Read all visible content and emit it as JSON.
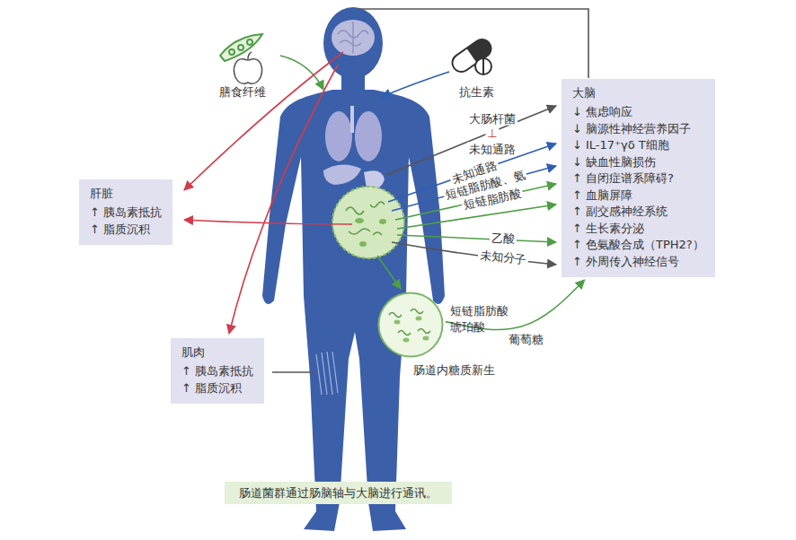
{
  "diagram": {
    "caption": "肠道菌群通过肠脑轴与大脑进行通讯。",
    "nodes": [
      {
        "text": [
          "大脑",
          "↓ 焦虑响应",
          "↓ 脑源性神经营养因子",
          "↓ IL-17⁺γδ T细胞",
          "↓ 缺血性脑损伤",
          "↑ 自闭症谱系障碍?",
          "↑ 血脑屏障",
          "↑ 副交感神经系统",
          "↑ 生长素分泌",
          "↑ 色氨酸合成（TPH2?）",
          "↑ 外周传入神经信号"
        ]
      },
      {
        "text": [
          "肝脏",
          "↑ 胰岛素抵抗",
          "↑ 脂质沉积"
        ]
      },
      {
        "text": [
          "肠道内糖质新生"
        ]
      },
      {
        "text": [
          "肌肉",
          "↑ 胰岛素抵抗",
          "↑ 脂质沉积"
        ]
      }
    ],
    "edges": [
      {
        "from": 2,
        "to": 0,
        "label": "葡萄糖",
        "arrow": "to"
      }
    ],
    "labels": [
      "膳食纤维",
      "抗生素",
      "大肠杆菌",
      "⊥",
      "未知通路",
      "未知通路",
      "短链脂肪酸、氨",
      "短链脂肪酸",
      "乙酸",
      "未知分子",
      "短链脂肪酸 琥珀酸"
    ]
  }
}
